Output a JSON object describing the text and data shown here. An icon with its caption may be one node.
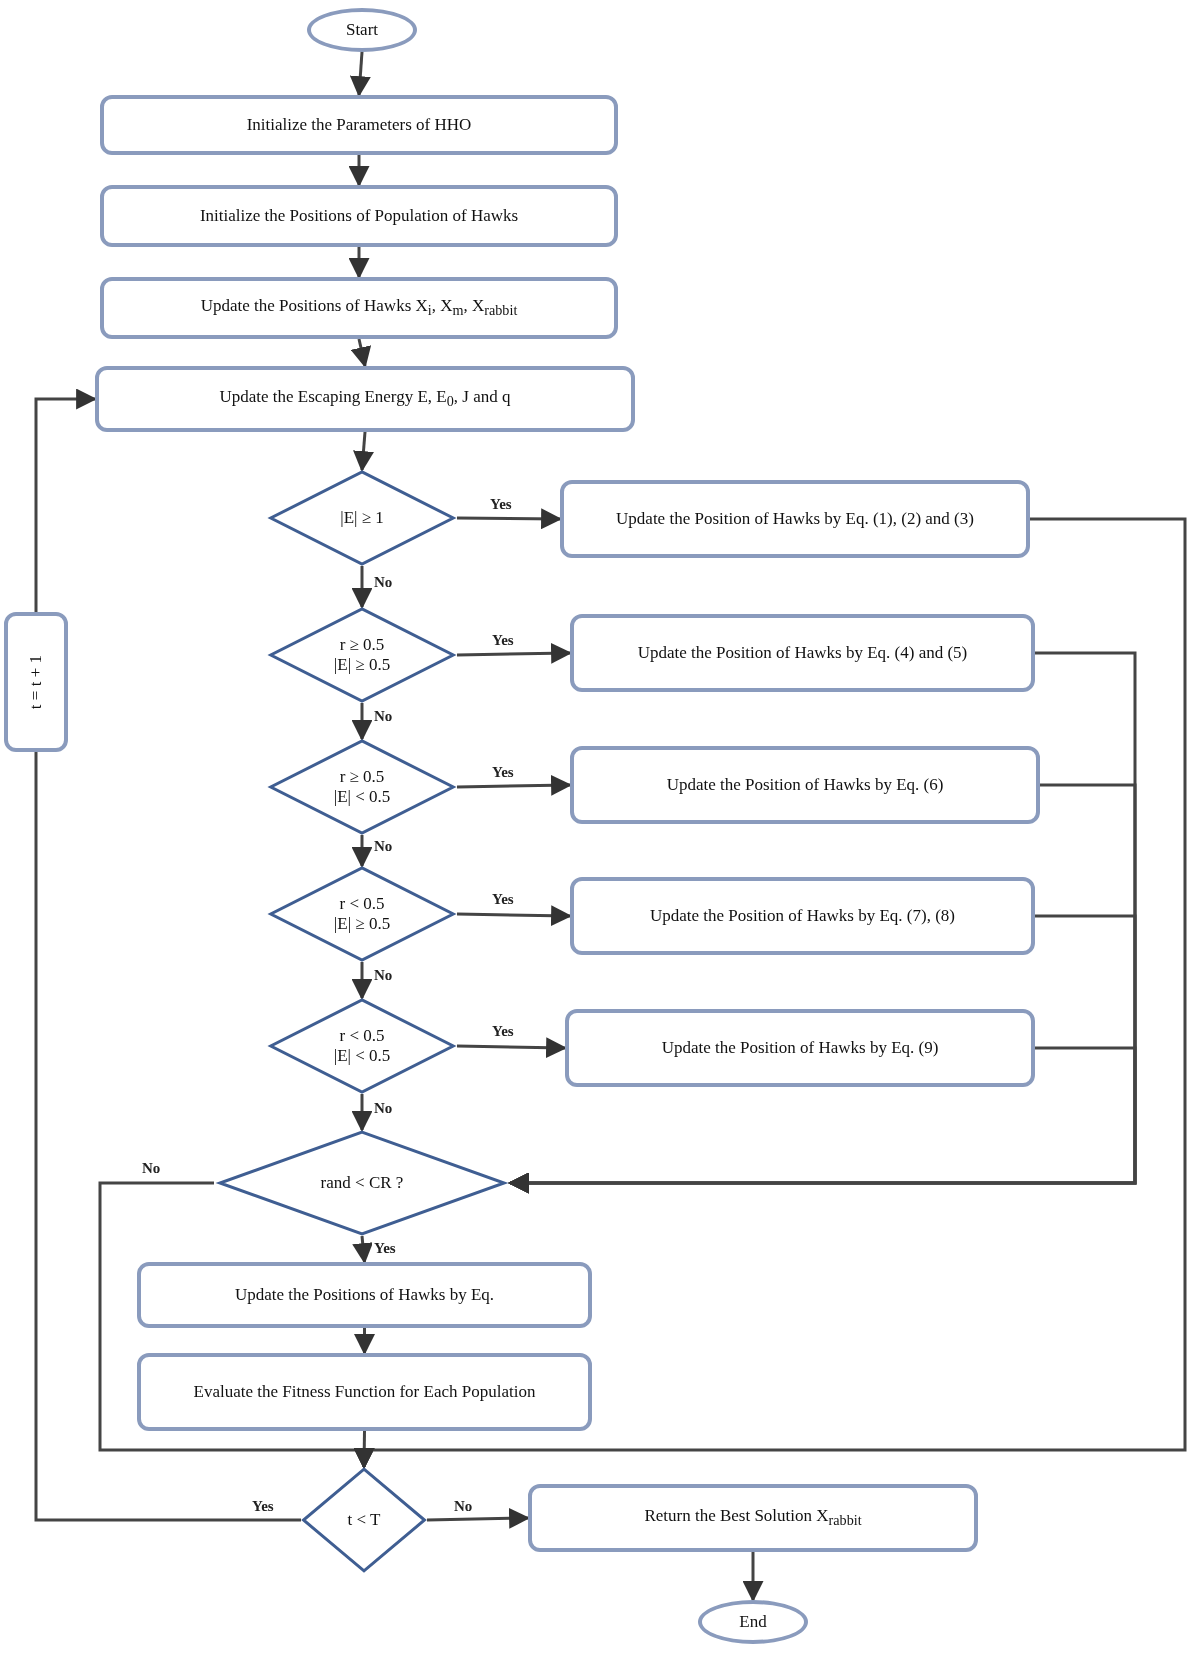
{
  "diagram": {
    "nodes": [
      {
        "text": [
          "Start"
        ]
      },
      {
        "text": [
          "Initialize the Parameters of HHO"
        ]
      },
      {
        "text": [
          "Initialize the Positions of Population of Hawks"
        ]
      },
      {
        "text": [
          "Update the Positions of Hawks X$_{i}$, X$_{m}$, X$_{rabbit}$"
        ]
      },
      {
        "text": [
          "Update the Escaping Energy E, E$_{0}$, J and q"
        ]
      },
      {
        "text": [
          "|E| ≥ 1"
        ]
      },
      {
        "text": [
          "Update the Position of Hawks by Eq. (1), (2) and (3)"
        ]
      },
      {
        "text": [
          "r ≥ 0.5",
          "|E| ≥ 0.5"
        ]
      },
      {
        "text": [
          "Update the Position of Hawks by Eq. (4) and (5)"
        ]
      },
      {
        "text": [
          "r ≥ 0.5",
          "|E| < 0.5"
        ]
      },
      {
        "text": [
          "Update the Position of Hawks by Eq. (6)"
        ]
      },
      {
        "text": [
          "r < 0.5",
          "|E| ≥ 0.5"
        ]
      },
      {
        "text": [
          "Update the Position of Hawks by Eq. (7), (8)"
        ]
      },
      {
        "text": [
          "r < 0.5",
          "|E| < 0.5"
        ]
      },
      {
        "text": [
          "Update the Position of Hawks by Eq. (9)"
        ]
      },
      {
        "text": [
          "rand < CR ?"
        ]
      },
      {
        "text": [
          "Update the Positions of Hawks by Eq."
        ]
      },
      {
        "text": [
          "Evaluate the Fitness Function for Each Population"
        ]
      },
      {
        "text": [
          "t < T"
        ]
      },
      {
        "text": [
          "t = t + 1"
        ]
      },
      {
        "text": [
          "Return the Best Solution X$_{rabbit}$"
        ]
      },
      {
        "text": [
          "End"
        ]
      }
    ],
    "edges": [
      {
        "from": 0,
        "to": 1,
        "arrow": "to"
      },
      {
        "from": 1,
        "to": 2,
        "arrow": "to"
      },
      {
        "from": 2,
        "to": 3,
        "arrow": "to"
      },
      {
        "from": 3,
        "to": 4,
        "arrow": "to"
      },
      {
        "from": 4,
        "to": 5,
        "arrow": "to"
      },
      {
        "from": 5,
        "to": 6,
        "arrow": "to",
        "label": "Yes"
      },
      {
        "from": 5,
        "to": 7,
        "arrow": "to",
        "label": "No"
      },
      {
        "from": 7,
        "to": 8,
        "arrow": "to",
        "label": "Yes"
      },
      {
        "from": 7,
        "to": 9,
        "arrow": "to",
        "label": "No"
      },
      {
        "from": 9,
        "to": 10,
        "arrow": "to",
        "label": "Yes"
      },
      {
        "from": 9,
        "to": 11,
        "arrow": "to",
        "label": "No"
      },
      {
        "from": 11,
        "to": 12,
        "arrow": "to",
        "label": "Yes"
      },
      {
        "from": 11,
        "to": 13,
        "arrow": "to",
        "label": "No"
      },
      {
        "from": 13,
        "to": 14,
        "arrow": "to",
        "label": "Yes"
      },
      {
        "from": 13,
        "to": 15,
        "arrow": "to",
        "label": "No"
      },
      {
        "from": 8,
        "to": 15,
        "arrow": "to"
      },
      {
        "from": 10,
        "to": 15,
        "arrow": "to"
      },
      {
        "from": 12,
        "to": 15,
        "arrow": "to"
      },
      {
        "from": 14,
        "to": 15,
        "arrow": "to"
      },
      {
        "from": 15,
        "to": 16,
        "arrow": "to",
        "label": "Yes"
      },
      {
        "from": 16,
        "to": 17,
        "arrow": "to"
      },
      {
        "from": 17,
        "to": 18,
        "arrow": "to"
      },
      {
        "from": 15,
        "to": 18,
        "arrow": "to",
        "label": "No"
      },
      {
        "from": 6,
        "to": 18,
        "arrow": "to"
      },
      {
        "from": 18,
        "to": 19,
        "arrow": "none",
        "label": "Yes"
      },
      {
        "from": 19,
        "to": 4,
        "arrow": "to"
      },
      {
        "from": 18,
        "to": 20,
        "arrow": "to",
        "label": "No"
      },
      {
        "from": 20,
        "to": 21,
        "arrow": "to"
      }
    ]
  }
}
